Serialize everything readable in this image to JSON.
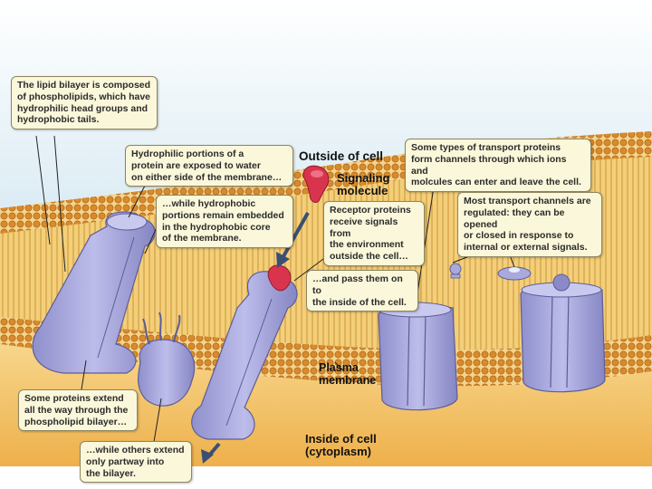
{
  "labels": {
    "outside": "Outside of cell",
    "signaling": "Signaling\nmolecule",
    "plasma": "Plasma\nmembrane",
    "inside": "Inside of cell\n(cytoplasm)"
  },
  "callouts": {
    "lipid_bilayer": "The lipid bilayer is composed\nof phospholipids, which have\nhydrophilic head groups and\nhydrophobic tails.",
    "hydrophilic": "Hydrophilic portions of a\nprotein are exposed to water\non either side of the membrane…",
    "hydrophobic": "…while hydrophobic\nportions remain embedded\nin the hydrophobic core\nof the membrane.",
    "receptor": "Receptor proteins\nreceive signals from\nthe environment\noutside the cell…",
    "pass_on": "…and pass them on to\nthe inside of the cell.",
    "transport_channels": "Some types of transport proteins\nform channels through which ions and\nmolcules can enter and leave the cell.",
    "regulated": "Most transport channels are\nregulated: they can be opened\nor closed in response to\ninternal or external signals.",
    "extend_all": "Some proteins extend\nall the way through the\nphospholipid bilayer…",
    "extend_partway": "…while others extend\nonly partway into\nthe bilayer."
  },
  "colors": {
    "membrane_head": "#d98a2b",
    "membrane_tail": "#f3c766",
    "protein": "#a9a9dc",
    "protein_dark": "#7f7fba",
    "signal_molecule": "#d9344e",
    "outside_bg": "#ffffff",
    "inside_bg": "#f4c86a",
    "callout_bg": "#fbf7da"
  }
}
